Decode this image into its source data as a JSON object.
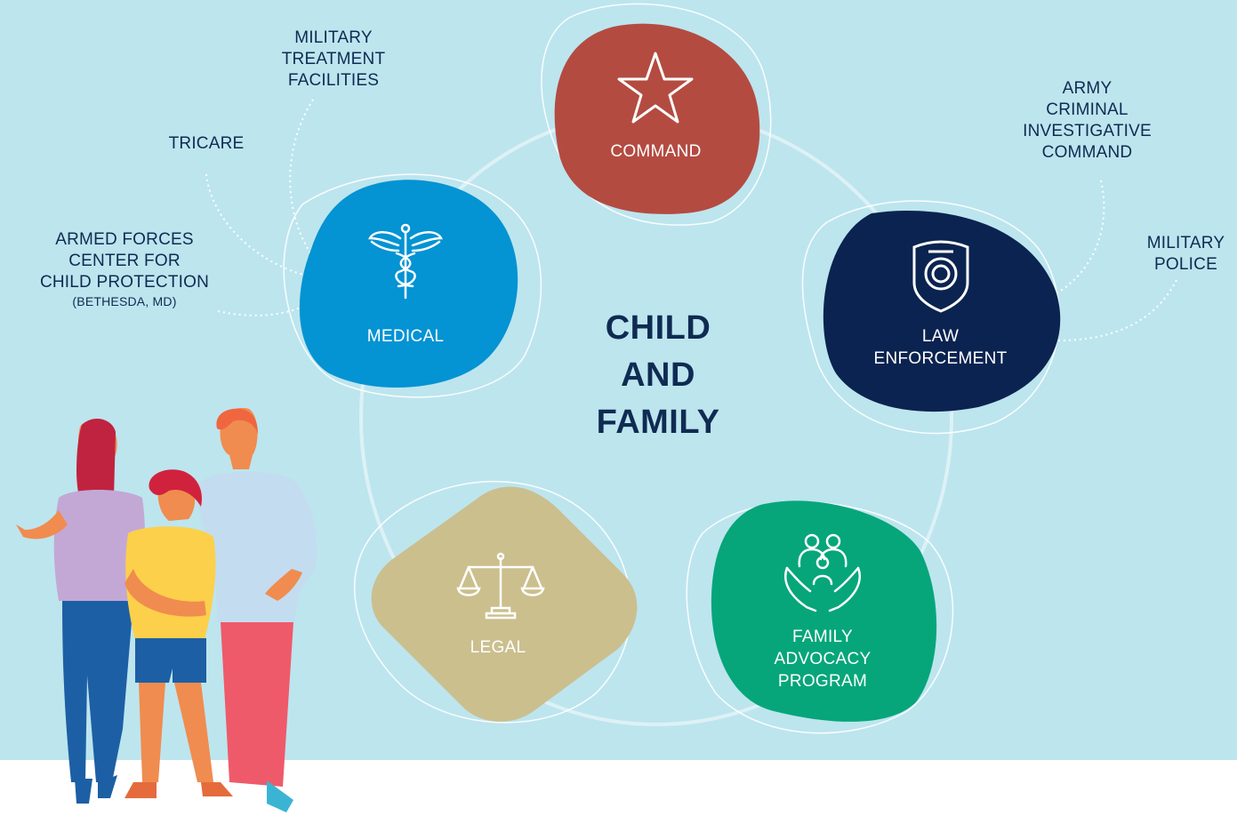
{
  "center": {
    "line1": "CHILD",
    "line2": "AND",
    "line3": "FAMILY"
  },
  "nodes": {
    "command": {
      "label": "COMMAND",
      "color": "#b44b41",
      "icon": "star-icon"
    },
    "law_enforcement": {
      "line1": "LAW",
      "line2": "ENFORCEMENT",
      "color": "#0b2350",
      "icon": "police-badge-icon"
    },
    "family_advocacy": {
      "line1": "FAMILY",
      "line2": "ADVOCACY",
      "line3": "PROGRAM",
      "color": "#06a67a",
      "icon": "family-hands-icon"
    },
    "legal": {
      "label": "LEGAL",
      "color": "#cbbf8e",
      "icon": "scales-icon"
    },
    "medical": {
      "label": "MEDICAL",
      "color": "#0493d3",
      "icon": "caduceus-icon"
    }
  },
  "satellites": {
    "military_treatment_facilities": {
      "line1": "MILITARY",
      "line2": "TREATMENT",
      "line3": "FACILITIES"
    },
    "tricare": {
      "label": "TRICARE"
    },
    "armed_forces_center": {
      "line1": "ARMED FORCES",
      "line2": "CENTER FOR",
      "line3": "CHILD PROTECTION",
      "line4": "(BETHESDA, MD)"
    },
    "army_cid": {
      "line1": "ARMY",
      "line2": "CRIMINAL",
      "line3": "INVESTIGATIVE",
      "line4": "COMMAND"
    },
    "military_police": {
      "line1": "MILITARY",
      "line2": "POLICE"
    }
  },
  "colors": {
    "background": "#bde5ee",
    "ground": "#ffffff",
    "text": "#0f2b52"
  }
}
